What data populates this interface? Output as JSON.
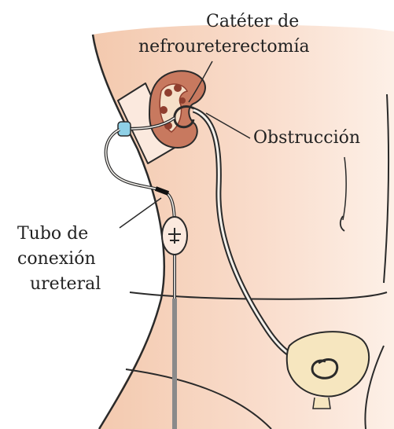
{
  "labels": {
    "catheter_line1": "Catéter de",
    "catheter_line2": "nefroureterectomía",
    "obstruction": "Obstrucción",
    "tube_line1": "Tubo de",
    "tube_line2": "conexión",
    "tube_line3": "ureteral"
  },
  "colors": {
    "skin": "#f7d3bd",
    "skin_light": "#fcebe0",
    "outline": "#2a2a2a",
    "kidney": "#c8795f",
    "kidney_dark": "#8f3f2f",
    "bladder": "#f6e6bf",
    "tube_gray": "#8a8a8a",
    "connector": "#8fd0e6"
  }
}
